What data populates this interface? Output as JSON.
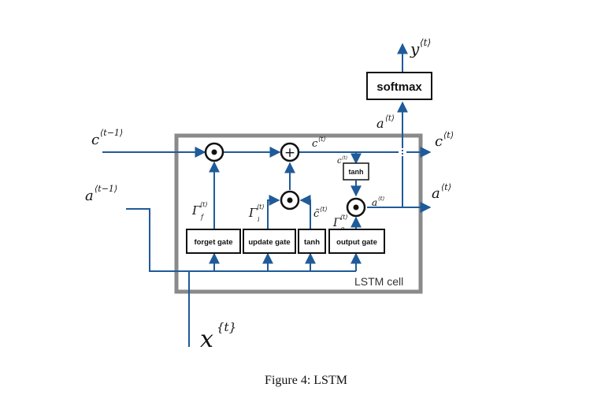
{
  "figure": {
    "caption": "Figure 4: LSTM"
  },
  "cell": {
    "label": "LSTM cell"
  },
  "inputs": {
    "c_prev": {
      "base": "c",
      "sup": "⟨t−1⟩"
    },
    "a_prev": {
      "base": "a",
      "sup": "⟨t−1⟩"
    },
    "x_t": {
      "base": "x",
      "sup": "{t}"
    }
  },
  "outputs": {
    "c_t": {
      "base": "c",
      "sup": "⟨t⟩"
    },
    "a_t": {
      "base": "a",
      "sup": "⟨t⟩"
    },
    "y_t": {
      "base": "y",
      "sup": "⟨t⟩"
    },
    "a_softmax": {
      "base": "a",
      "sup": "⟨t⟩"
    }
  },
  "boxes": {
    "softmax": "softmax",
    "forget_gate": "forget gate",
    "update_gate": "update gate",
    "tanh_candidate": "tanh",
    "output_gate": "output gate",
    "tanh_out": "tanh"
  },
  "ops": {
    "multiply": "⊙",
    "add": "+"
  },
  "internal": {
    "gamma_f": {
      "base": "Γ",
      "sup": "⟨t⟩",
      "sub": "f"
    },
    "gamma_i": {
      "base": "Γ",
      "sup": "⟨t⟩",
      "sub": "i"
    },
    "gamma_o": {
      "base": "Γ",
      "sup": "⟨t⟩",
      "sub": "o"
    },
    "c_tilde": {
      "base": "c̃",
      "sup": "⟨t⟩"
    },
    "c_mid": {
      "base": "c",
      "sup": "⟨t⟩"
    },
    "c_to_tanh": {
      "base": "c",
      "sup": "⟨t⟩"
    },
    "a_inside": {
      "base": "a",
      "sup": "⟨t⟩"
    }
  }
}
